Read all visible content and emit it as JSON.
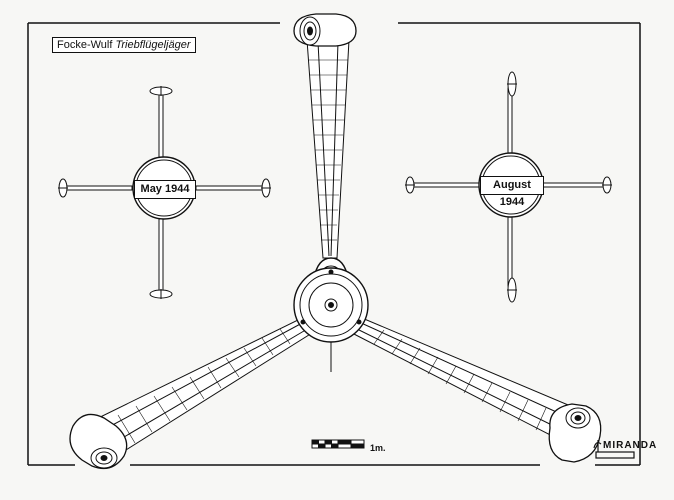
{
  "title": {
    "maker": "Focke-Wulf",
    "name": "Triebflügeljäger"
  },
  "variants": {
    "left": "May 1944",
    "right": "August 1944"
  },
  "scale": {
    "label": "1m."
  },
  "signature": "MIRANDA",
  "colors": {
    "ink": "#111111",
    "paper": "#f7f7f5",
    "box": "#ffffff"
  }
}
